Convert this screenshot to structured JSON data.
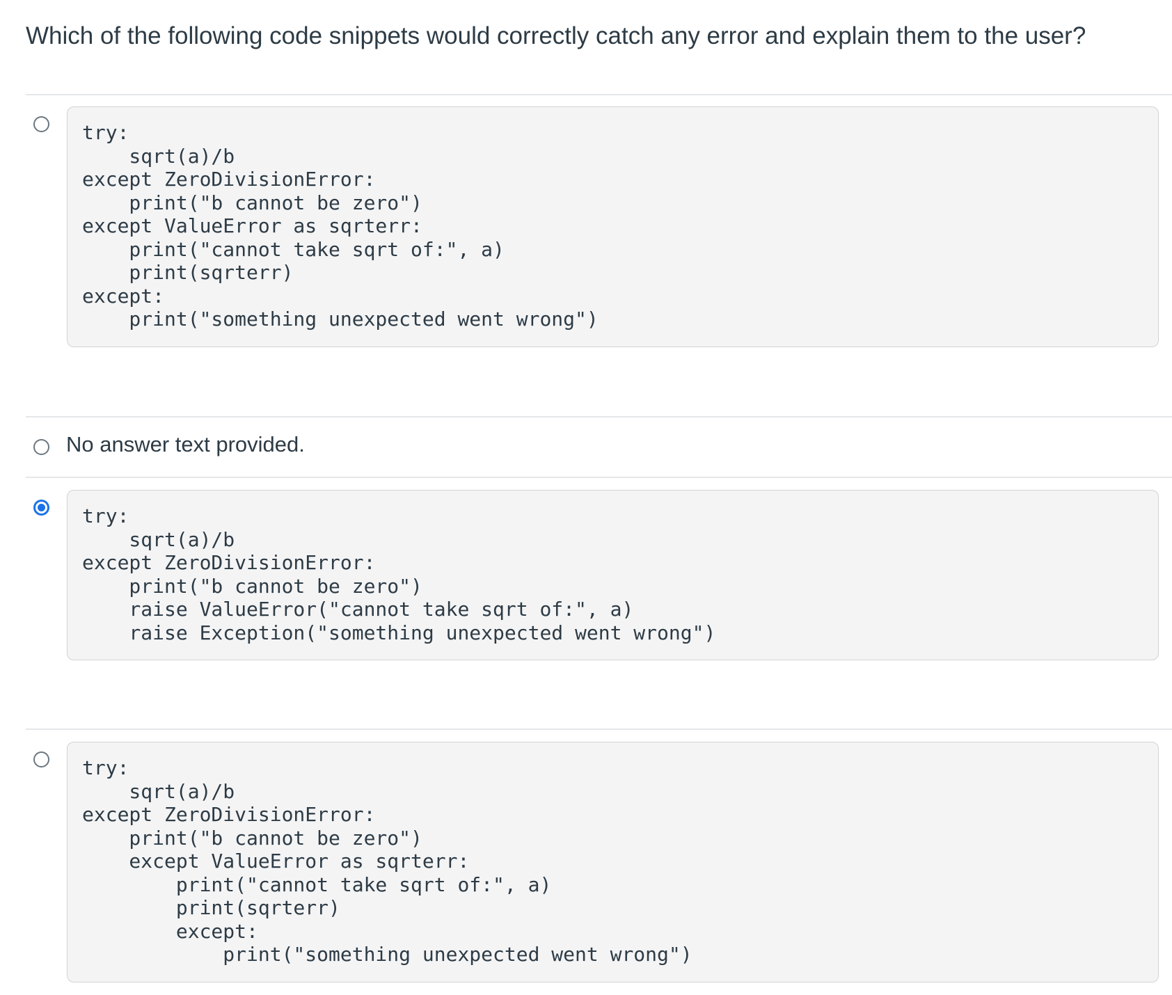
{
  "question": {
    "text": "Which of the following code snippets would correctly catch any error and explain them to the user?"
  },
  "answers": [
    {
      "selected": false,
      "code": "try:\n    sqrt(a)/b\nexcept ZeroDivisionError:\n    print(\"b cannot be zero\")\nexcept ValueError as sqrterr:\n    print(\"cannot take sqrt of:\", a)\n    print(sqrterr)\nexcept:\n    print(\"something unexpected went wrong\")"
    },
    {
      "selected": false,
      "text": "No answer text provided."
    },
    {
      "selected": true,
      "code": "try:\n    sqrt(a)/b\nexcept ZeroDivisionError:\n    print(\"b cannot be zero\")\n    raise ValueError(\"cannot take sqrt of:\", a)\n    raise Exception(\"something unexpected went wrong\")"
    },
    {
      "selected": false,
      "code": "try:\n    sqrt(a)/b\nexcept ZeroDivisionError:\n    print(\"b cannot be zero\")\n    except ValueError as sqrterr:\n        print(\"cannot take sqrt of:\", a)\n        print(sqrterr)\n        except:\n            print(\"something unexpected went wrong\")"
    }
  ],
  "colors": {
    "text": "#2d3b45",
    "divider": "#e4e6e8",
    "code_background": "#f4f4f5",
    "code_border": "#cfd3d6",
    "radio_border": "#6b7780",
    "radio_selected": "#1a73e8"
  }
}
